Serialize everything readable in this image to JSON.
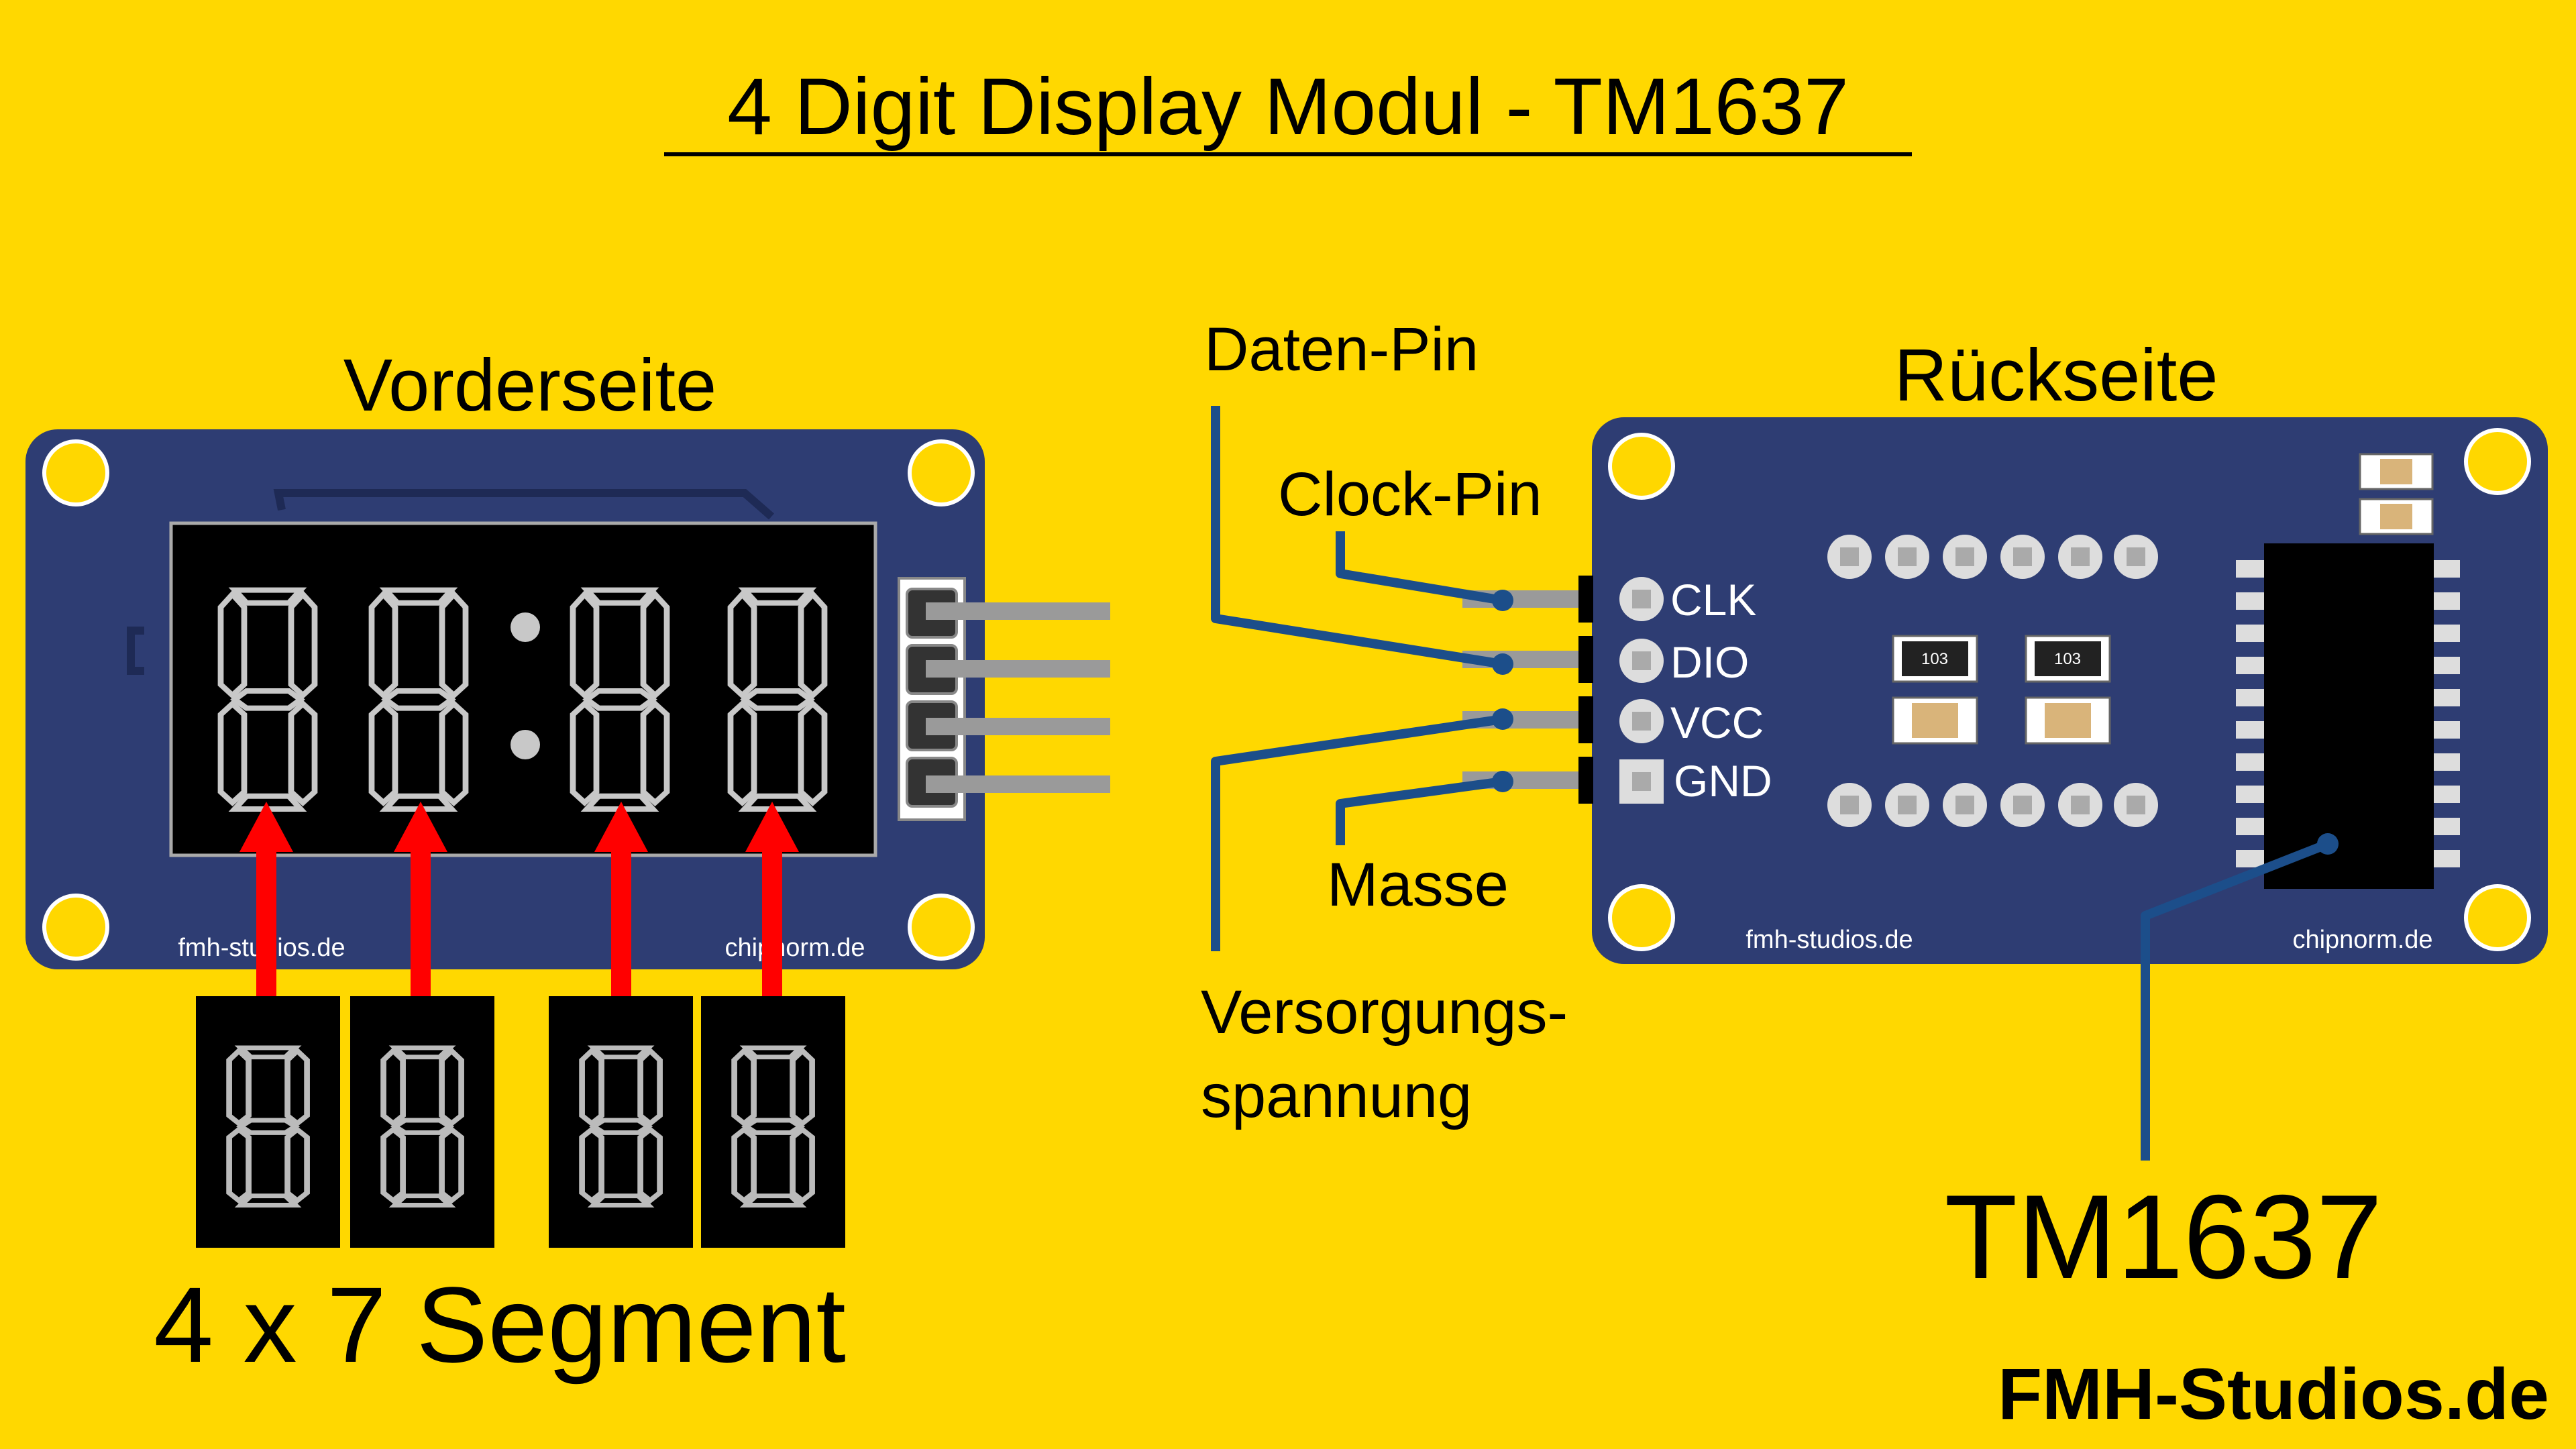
{
  "title": "4 Digit Display Modul - TM1637",
  "front": {
    "heading": "Vorderseite",
    "brand_left": "fmh-studios.de",
    "brand_right": "chipnorm.de",
    "segment_caption": "4 x 7 Segment"
  },
  "back": {
    "heading": "Rückseite",
    "brand_left": "fmh-studios.de",
    "brand_right": "chipnorm.de",
    "pins": [
      "CLK",
      "DIO",
      "VCC",
      "GND"
    ],
    "resistor_code": "103",
    "chip_label": "TM1637"
  },
  "annotations": {
    "data_pin": "Daten-Pin",
    "clock_pin": "Clock-Pin",
    "ground": "Masse",
    "supply_line1": "Versorgungs-",
    "supply_line2": "spannung"
  },
  "footer_brand": "FMH-Studios.de",
  "colors": {
    "background": "#FFD800",
    "pcb": "#2E3D73",
    "hole": "#FFD700",
    "arrow": "#FF0000",
    "callout_line": "#1C4E8A",
    "pin": "#9A9A9A"
  }
}
